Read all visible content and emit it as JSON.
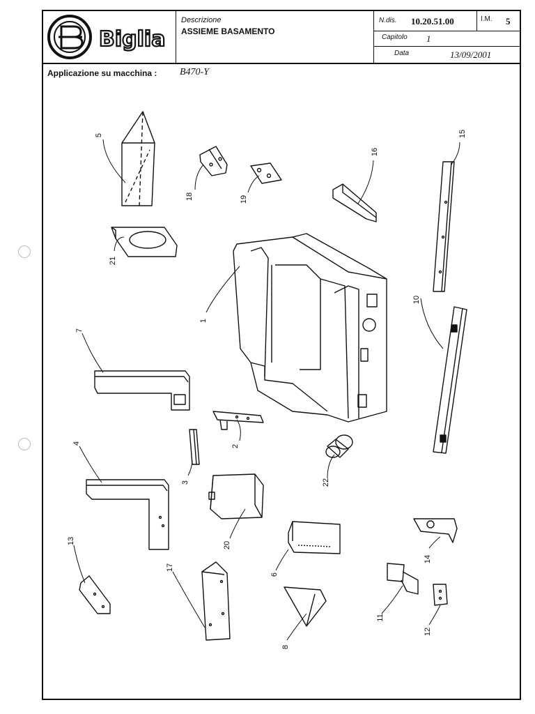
{
  "header": {
    "brand": "Biglia",
    "description_label": "Descrizione",
    "description": "ASSIEME BASAMENTO",
    "drawing_number_label": "N.dis.",
    "drawing_number": "10.20.51.00",
    "im_label": "I.M.",
    "im_value": "5",
    "chapter_label": "Capitolo",
    "chapter_value": "1",
    "date_label": "Data",
    "date_value": "13/09/2001"
  },
  "application": {
    "label": "Applicazione su macchina :",
    "value": "B470-Y"
  },
  "callouts": [
    "1",
    "2",
    "3",
    "4",
    "5",
    "6",
    "7",
    "8",
    "10",
    "11",
    "12",
    "13",
    "14",
    "15",
    "16",
    "17",
    "18",
    "19",
    "20",
    "21",
    "22"
  ],
  "colors": {
    "ink": "#111111",
    "paper": "#ffffff"
  }
}
